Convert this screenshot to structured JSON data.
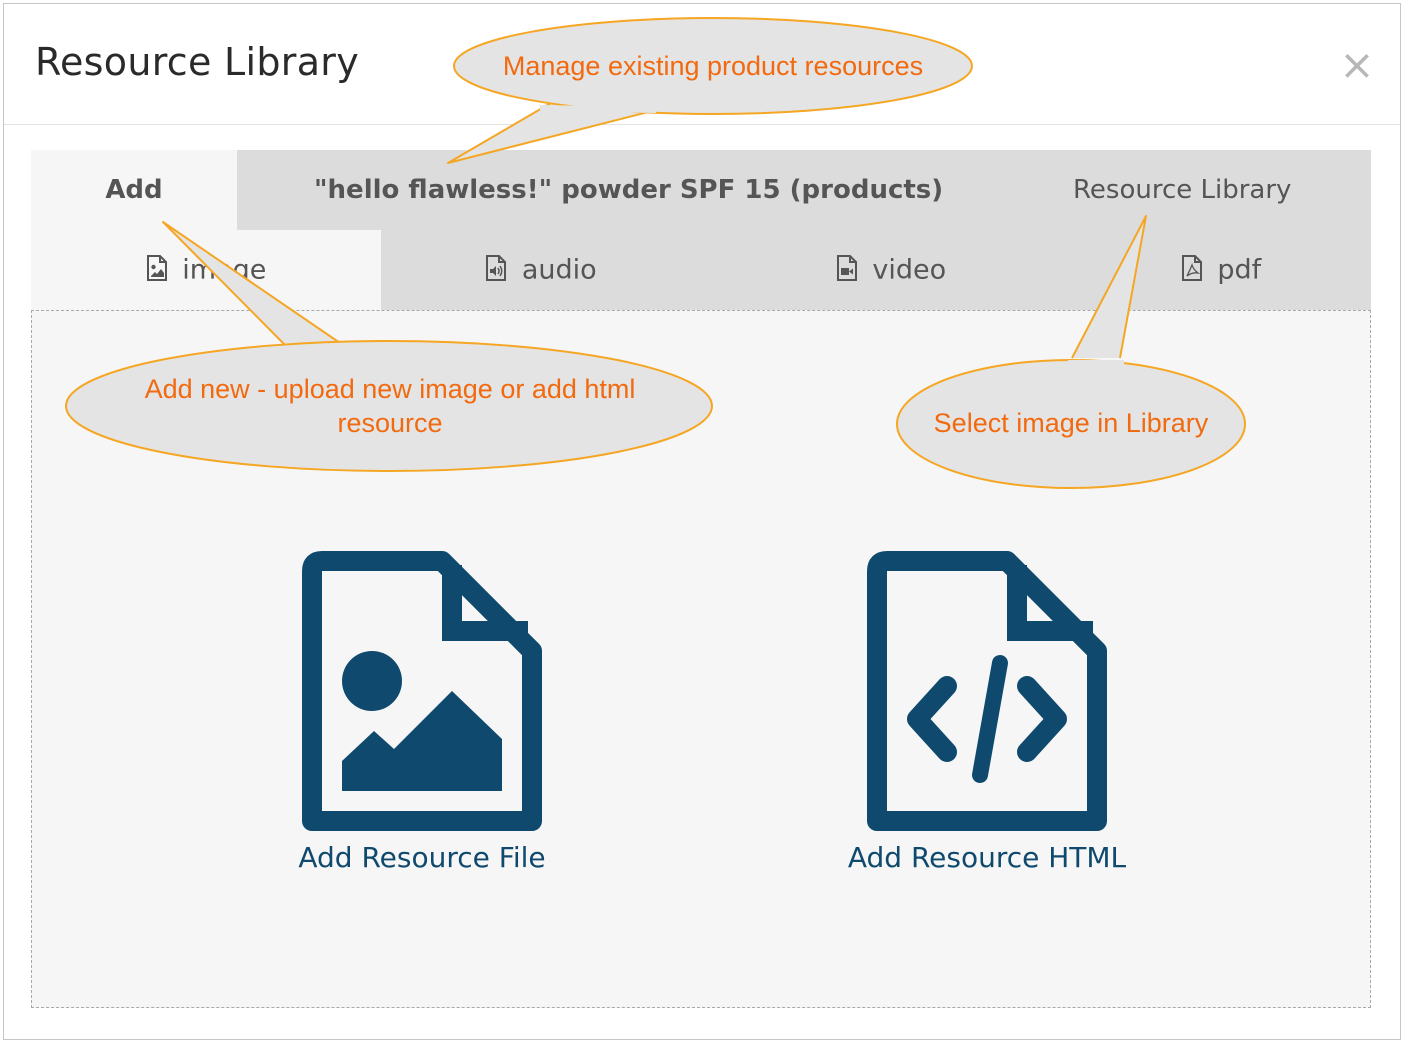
{
  "dialog": {
    "title": "Resource Library",
    "close_label": "×"
  },
  "tabs_top": [
    {
      "label": "Add",
      "active": true
    },
    {
      "label": "\"hello flawless!\" powder SPF 15 (products)",
      "active": false
    },
    {
      "label": "Resource Library",
      "active": false
    }
  ],
  "tabs_sub": [
    {
      "label": "image",
      "icon": "file-image-icon",
      "active": true
    },
    {
      "label": "audio",
      "icon": "file-audio-icon",
      "active": false
    },
    {
      "label": "video",
      "icon": "file-video-icon",
      "active": false
    },
    {
      "label": "pdf",
      "icon": "file-pdf-icon",
      "active": false
    }
  ],
  "actions": [
    {
      "label": "Add Resource File",
      "icon": "file-image-icon"
    },
    {
      "label": "Add Resource HTML",
      "icon": "file-code-icon"
    }
  ],
  "callouts": {
    "manage": "Manage existing product resources",
    "add_new": "Add new - upload new image or add html resource",
    "select": "Select image in Library"
  },
  "colors": {
    "accent": "#0f4a6e",
    "callout_text": "#f26a10",
    "callout_border": "#f5a623",
    "callout_fill": "#e4e4e4",
    "tab_bg": "#dcdcdc",
    "tab_active_bg": "#f6f6f6"
  }
}
